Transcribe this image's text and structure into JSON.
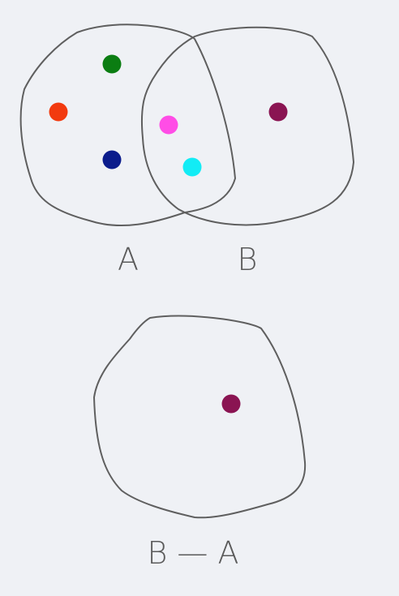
{
  "top_diagram": {
    "label_a": "A",
    "label_b": "B",
    "points": [
      {
        "name": "green-point",
        "color": "#0b7d12",
        "sets": [
          "A"
        ]
      },
      {
        "name": "red-point",
        "color": "#f23a0f",
        "sets": [
          "A"
        ]
      },
      {
        "name": "navy-point",
        "color": "#0b1c8c",
        "sets": [
          "A"
        ]
      },
      {
        "name": "magenta-point",
        "color": "#ff4de6",
        "sets": [
          "A",
          "B"
        ]
      },
      {
        "name": "cyan-point",
        "color": "#12ecf5",
        "sets": [
          "A",
          "B"
        ]
      },
      {
        "name": "maroon-point",
        "color": "#8a1452",
        "sets": [
          "B"
        ]
      }
    ]
  },
  "bottom_diagram": {
    "label": "B — A",
    "points": [
      {
        "name": "maroon-point",
        "color": "#8a1452"
      }
    ]
  },
  "colors": {
    "background": "#eff1f5",
    "outline": "#5f5f5f",
    "label": "#5a5a5a"
  }
}
